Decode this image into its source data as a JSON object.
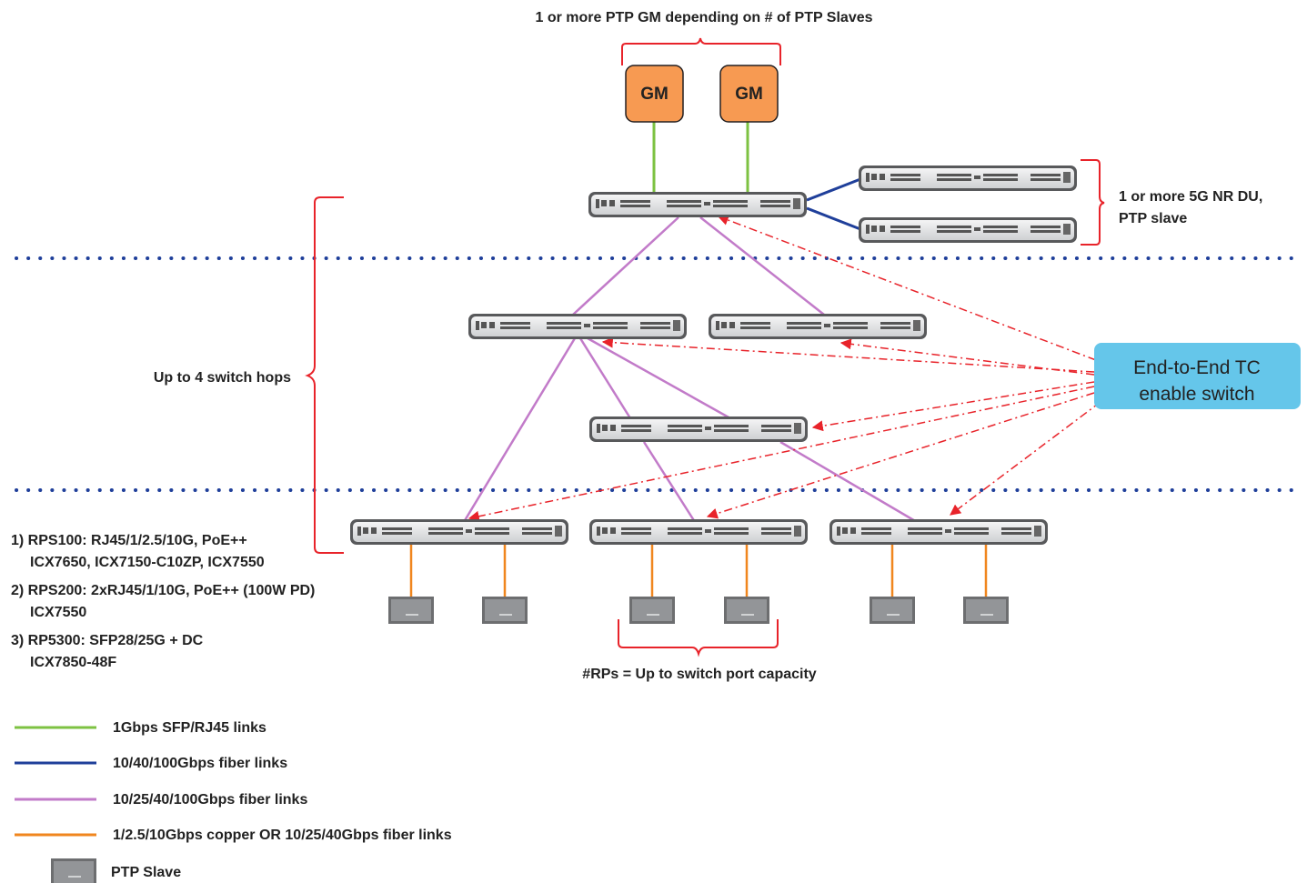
{
  "header": {
    "gm_caption": "1 or more PTP GM depending on # of PTP Slaves"
  },
  "gm_devices": [
    {
      "label": "GM"
    },
    {
      "label": "GM"
    }
  ],
  "labels": {
    "du_line1": "1 or more 5G NR DU,",
    "du_line2": "PTP slave",
    "hops": "Up to 4 switch hops",
    "tc_line1": "End-to-End TC",
    "tc_line2": "enable switch",
    "rp_capacity": "#RPs = Up to switch port capacity"
  },
  "notes": [
    {
      "line1": "1) RPS100: RJ45/1/2.5/10G, PoE++",
      "line2": "ICX7650, ICX7150-C10ZP, ICX7550"
    },
    {
      "line1": "2) RPS200: 2xRJ45/1/10G, PoE++ (100W PD)",
      "line2": "ICX7550"
    },
    {
      "line1": "3) RP5300: SFP28/25G + DC",
      "line2": "ICX7850-48F"
    }
  ],
  "legend": [
    {
      "label": "1Gbps SFP/RJ45 links",
      "color": "#7dc242"
    },
    {
      "label": "10/40/100Gbps fiber links",
      "color": "#1f3f9a"
    },
    {
      "label": "10/25/40/100Gbps fiber links",
      "color": "#c27bc9"
    },
    {
      "label": "1/2.5/10Gbps copper OR 10/25/40Gbps fiber links",
      "color": "#f0861e"
    },
    {
      "label": "PTP Slave",
      "color": "#6d6e70"
    }
  ],
  "colors": {
    "gm_fill": "#f79a52",
    "tc_fill": "#65c6ea",
    "bracket": "#e8232a",
    "dotted_line": "#1f3f9a",
    "tc_arrow": "#e8232a",
    "switch_body": "#e6e7e8"
  }
}
